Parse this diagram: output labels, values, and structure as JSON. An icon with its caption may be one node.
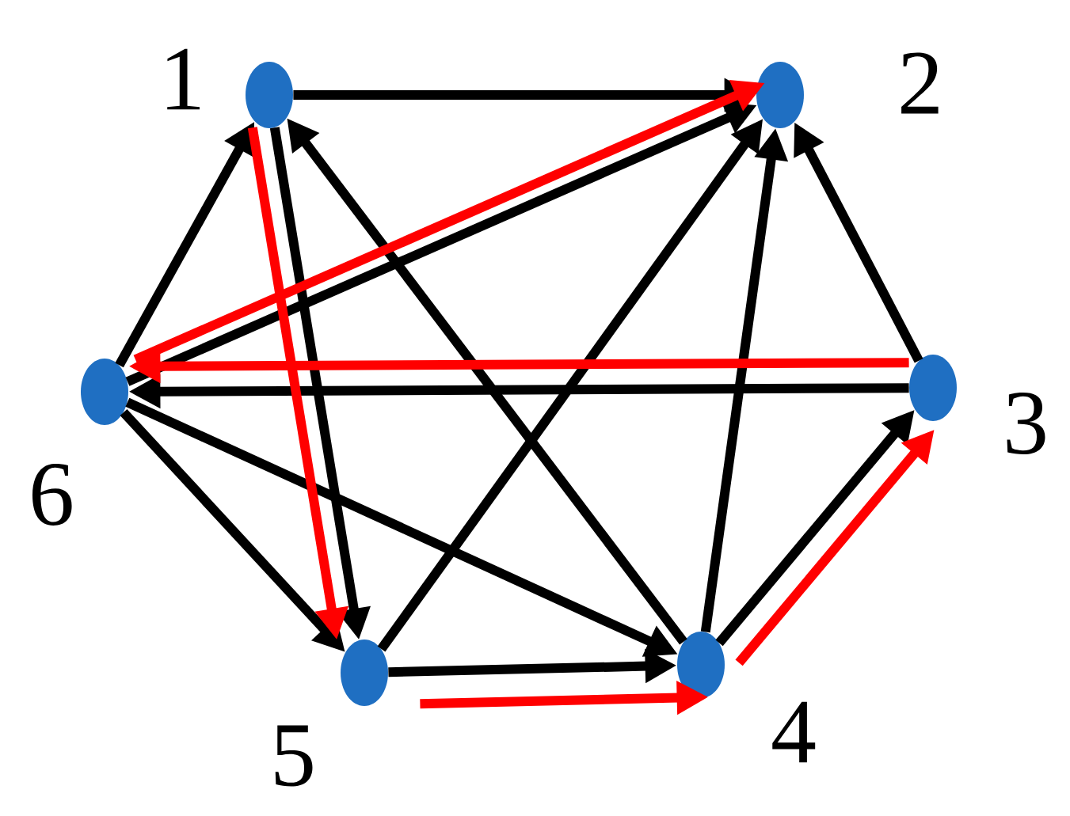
{
  "diagram": {
    "nodes": [
      {
        "text": [],
        "shape": "circle",
        "beside": [
          "1"
        ]
      },
      {
        "text": [],
        "shape": "circle",
        "beside": [
          "2"
        ]
      },
      {
        "text": [],
        "shape": "circle",
        "beside": [
          "3"
        ]
      },
      {
        "text": [],
        "shape": "circle",
        "beside": [
          "4"
        ]
      },
      {
        "text": [],
        "shape": "circle",
        "beside": [
          "5"
        ]
      },
      {
        "text": [],
        "shape": "circle",
        "beside": [
          "6"
        ]
      }
    ],
    "edges": [
      {
        "from": 0,
        "to": 1,
        "arrow": "to"
      },
      {
        "from": 5,
        "to": 0,
        "arrow": "to"
      },
      {
        "from": 0,
        "to": 4,
        "arrow": "to"
      },
      {
        "from": 3,
        "to": 0,
        "arrow": "to"
      },
      {
        "from": 5,
        "to": 1,
        "arrow": "to"
      },
      {
        "from": 2,
        "to": 1,
        "arrow": "to"
      },
      {
        "from": 2,
        "to": 5,
        "arrow": "to"
      },
      {
        "from": 5,
        "to": 4,
        "arrow": "to"
      },
      {
        "from": 5,
        "to": 3,
        "arrow": "to"
      },
      {
        "from": 4,
        "to": 1,
        "arrow": "to"
      },
      {
        "from": 3,
        "to": 1,
        "arrow": "to"
      },
      {
        "from": 4,
        "to": 3,
        "arrow": "to"
      },
      {
        "from": 3,
        "to": 2,
        "arrow": "to"
      },
      {
        "from": 5,
        "to": 1,
        "arrow": "to",
        "color": "#ff0000"
      },
      {
        "from": 0,
        "to": 4,
        "arrow": "to",
        "color": "#ff0000"
      },
      {
        "from": 2,
        "to": 5,
        "arrow": "to",
        "color": "#ff0000"
      },
      {
        "from": 4,
        "to": 3,
        "arrow": "to",
        "color": "#ff0000"
      },
      {
        "from": 3,
        "to": 2,
        "arrow": "to",
        "color": "#ff0000"
      }
    ]
  }
}
